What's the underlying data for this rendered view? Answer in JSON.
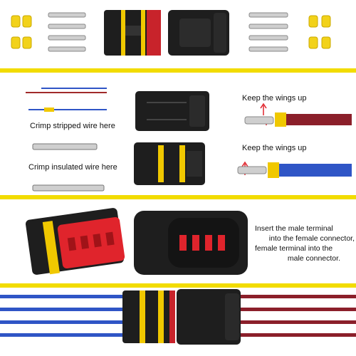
{
  "section_labels": {
    "crimp_stripped": "Crimp stripped wire here",
    "crimp_insulated": "Crimp insulated wire here",
    "wings_up_top": "Keep the wings up",
    "wings_up_bottom": "Keep the wings up"
  },
  "instruction": {
    "line1": "Insert the male terminal",
    "line2": "into the female connector,",
    "line3": "female terminal into the",
    "line4": "male connector."
  },
  "colors": {
    "yellow_band": "#f2dc00",
    "red_wire": "#8b1f2a",
    "blue_wire": "#2f55c6",
    "connector_black": "#1e1e1e",
    "seal_yellow": "#f0c800",
    "red_insert": "#e0242c",
    "arrow_red": "#e0242c"
  },
  "icons": [
    "seal-icon",
    "terminal-icon",
    "male-connector-icon",
    "female-connector-icon",
    "wire-icon",
    "arrow-icon"
  ]
}
